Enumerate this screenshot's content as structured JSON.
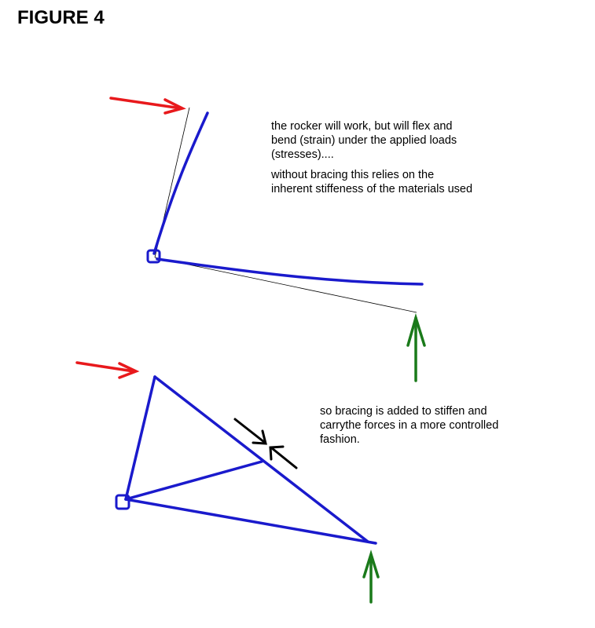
{
  "figure": {
    "title": "FIGURE 4"
  },
  "notes": {
    "flex_paragraph_1_lines": [
      "the rocker will work, but will flex and",
      "bend (strain) under the applied loads",
      "(stresses)...."
    ],
    "flex_paragraph_2_lines": [
      "without bracing this relies on the",
      "inherent stiffeness of the materials used"
    ],
    "brace_paragraph_lines": [
      "so bracing is added to stiffen and",
      "carrythe forces in a more controlled",
      "fashion."
    ]
  },
  "colors": {
    "member": "#1a1acc",
    "load_arrow": "#e8191c",
    "reaction_arrow": "#1a7a1a",
    "compression_arrow": "#000000",
    "reference_line": "#000000"
  },
  "icons": {
    "pivot": "pivot-square-icon"
  }
}
